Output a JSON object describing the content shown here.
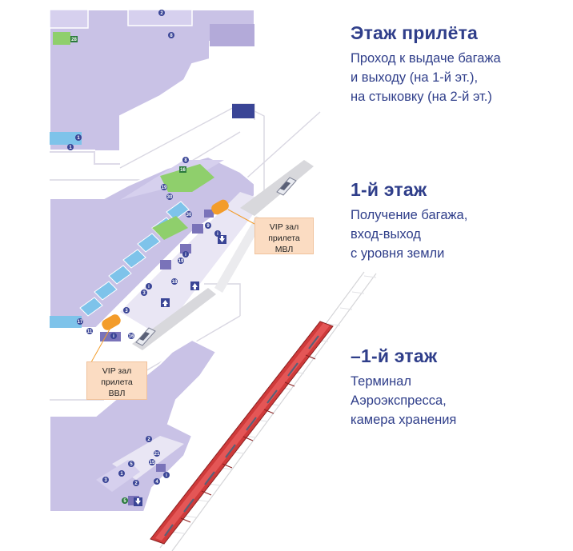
{
  "floors": [
    {
      "title": "Этаж прилёта",
      "lines": [
        "Проход к выдаче багажа",
        "и выходу (на 1-й эт.),",
        "на стыковку (на 2-й эт.)"
      ]
    },
    {
      "title": "1-й этаж",
      "lines": [
        "Получение багажа,",
        "вход-выход",
        "с уровня земли"
      ]
    },
    {
      "title": "–1-й этаж",
      "lines": [
        "Терминал",
        "Аэроэкспресса,",
        "камера хранения"
      ]
    }
  ],
  "callouts": {
    "vip_mvl": [
      "VIP зал",
      "прилета",
      "МВЛ"
    ],
    "vip_vvl": [
      "VIP зал",
      "прилета",
      "ВВЛ"
    ]
  },
  "markers": {
    "numbers": [
      "2",
      "28",
      "8",
      "1",
      "1",
      "8",
      "16",
      "19",
      "30",
      "30",
      "9",
      "19",
      "3",
      "3",
      "18",
      "17",
      "11",
      "16",
      "2",
      "21",
      "5",
      "15",
      "1",
      "2",
      "3",
      "4",
      "5"
    ],
    "letters": [
      "i",
      "i",
      "i",
      "i",
      "i"
    ]
  },
  "colors": {
    "floor": "#c9c2e6",
    "floor_dark": "#b3aad9",
    "wall": "#ffffff",
    "corridor": "#e9e6f4",
    "baggage": "#7ec3ea",
    "green": "#8fcf6c",
    "marker": "#3a4596",
    "vip": "#f39c2a",
    "train_body": "#cf3a3a",
    "train_window": "#5a6077",
    "text": "#2f3e8a"
  }
}
